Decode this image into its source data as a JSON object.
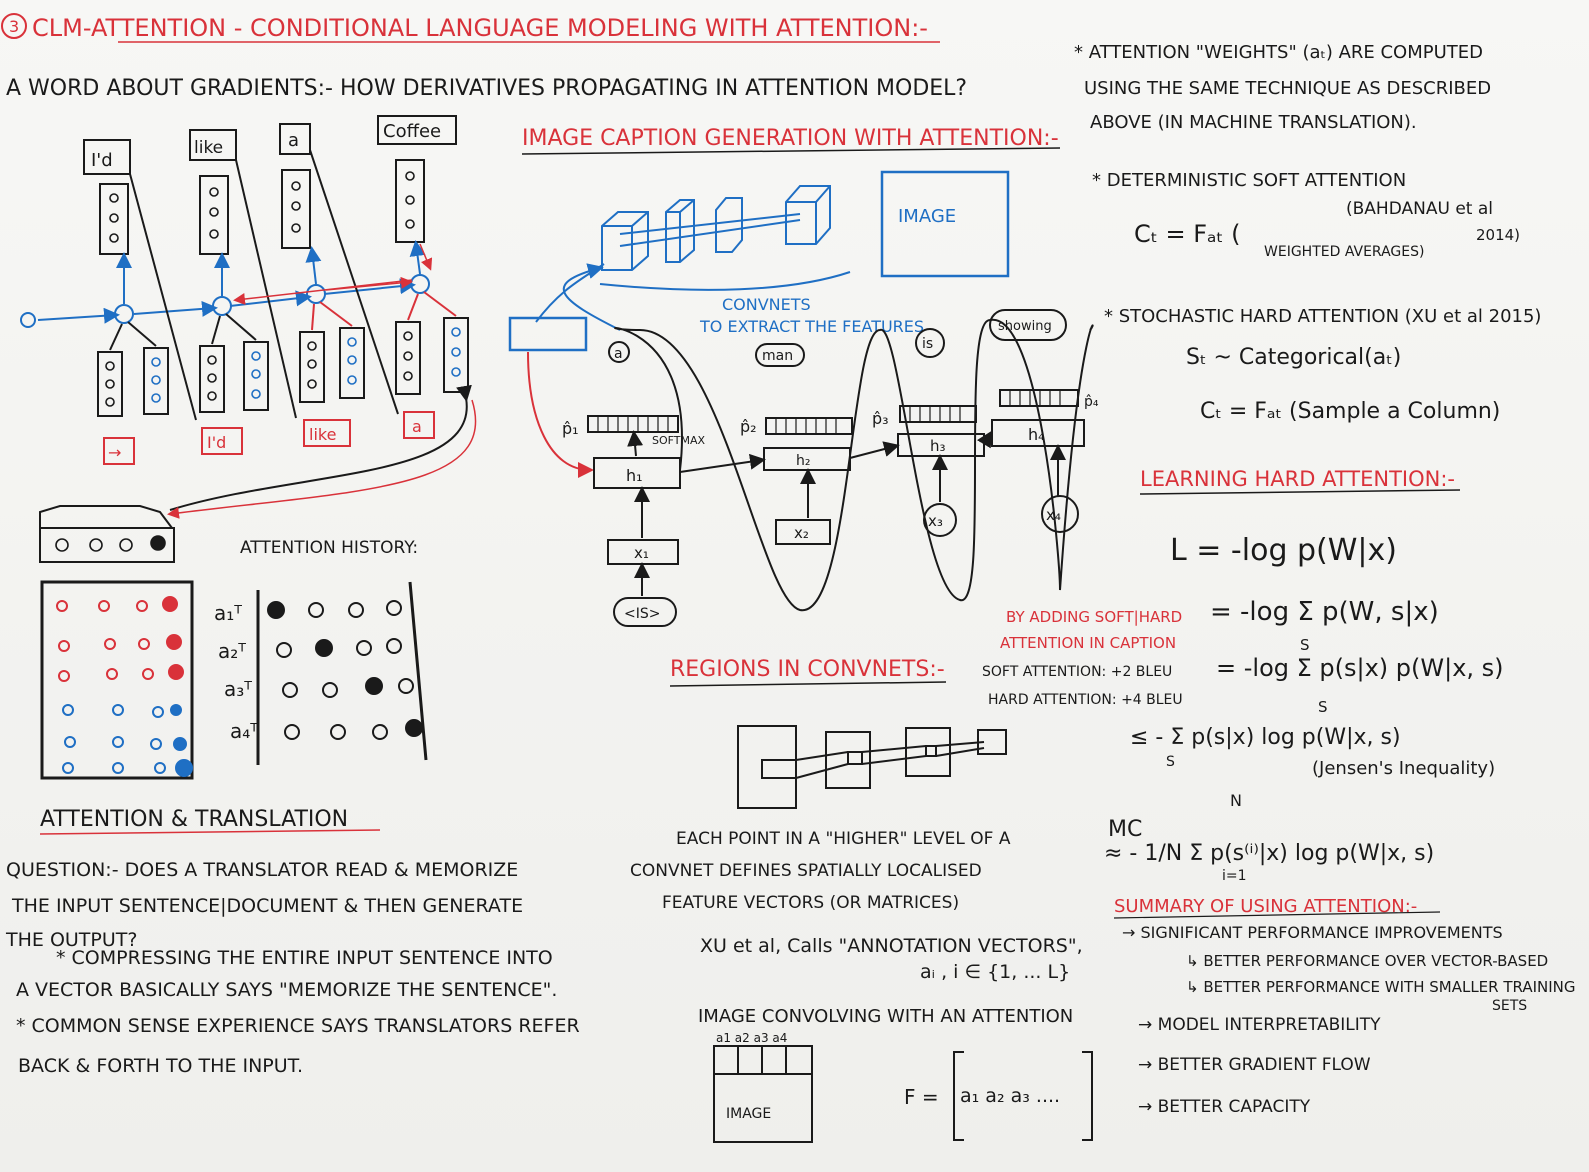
{
  "colors": {
    "ink": "#1a1a1a",
    "red": "#d9323a",
    "blue": "#1f6fc4"
  },
  "header": {
    "title_num": "3",
    "title": "CLM-ATTENTION - CONDITIONAL LANGUAGE MODELING WITH ATTENTION:-",
    "gradients": "A WORD ABOUT GRADIENTS:- HOW DERIVATIVES PROPAGATING IN ATTENTION MODEL?"
  },
  "translation_diagram": {
    "out_words": [
      "I'd",
      "like",
      "a",
      "Coffee"
    ],
    "in_words": [
      "→",
      "I'd",
      "like",
      "a"
    ],
    "initial_state": "o"
  },
  "attention_history": {
    "title": "ATTENTION HISTORY:",
    "row_labels": [
      "a₁ᵀ",
      "a₂ᵀ",
      "a₃ᵀ",
      "a₄ᵀ"
    ]
  },
  "attn_translation": {
    "title": "ATTENTION & TRANSLATION",
    "lines": [
      "QUESTION:- DOES A TRANSLATOR READ & MEMORIZE",
      "THE INPUT SENTENCE|DOCUMENT & THEN GENERATE",
      "THE OUTPUT?",
      "* COMPRESSING THE ENTIRE INPUT SENTENCE INTO",
      "A VECTOR BASICALLY SAYS \"MEMORIZE THE SENTENCE\".",
      "* COMMON SENSE EXPERIENCE SAYS TRANSLATORS REFER",
      "BACK & FORTH TO THE INPUT."
    ]
  },
  "caption": {
    "title": "IMAGE CAPTION GENERATION WITH ATTENTION:-",
    "image_label": "IMAGE",
    "convnet_label_1": "CONVNETS",
    "convnet_label_2": "TO EXTRACT THE FEATURES",
    "softmax": "SOFTMAX",
    "p_labels": [
      "p̂₁",
      "p̂₂",
      "p̂₃",
      "p̂₄"
    ],
    "h_labels": [
      "h₁",
      "h₂",
      "h₃",
      "h₄"
    ],
    "x_labels": [
      "x₁",
      "x₂",
      "x₃",
      "x₄"
    ],
    "out_words": [
      "a",
      "man",
      "is",
      "showing"
    ],
    "start_token": "<IS>"
  },
  "regions": {
    "title": "REGIONS IN CONVNETS:-",
    "lines": [
      "EACH POINT IN A \"HIGHER\" LEVEL OF A",
      "CONVNET DEFINES SPATIALLY LOCALISED",
      "FEATURE VECTORS (OR MATRICES)"
    ],
    "xu_line1": "XU et al, Calls \"ANNOTATION VECTORS\",",
    "xu_line2": "aᵢ , i ∈ {1, ... L}",
    "convolving": "IMAGE CONVOLVING WITH AN ATTENTION",
    "grid_labels": "a1 a2 a3 a4",
    "grid_image": "IMAGE",
    "f_lhs": "F =",
    "f_cols": "a₁  a₂  a₃ ...."
  },
  "bleu": {
    "line1": "BY ADDING SOFT|HARD",
    "line2": "ATTENTION IN CAPTION",
    "soft": "SOFT ATTENTION: +2 BLEU",
    "hard": "HARD ATTENTION: +4 BLEU"
  },
  "right": {
    "weights_1": "* ATTENTION \"WEIGHTS\" (aₜ) ARE COMPUTED",
    "weights_2": "USING THE SAME TECHNIQUE AS DESCRIBED",
    "weights_3": "ABOVE (IN MACHINE TRANSLATION).",
    "soft_title": "* DETERMINISTIC SOFT ATTENTION",
    "soft_eq": "Cₜ = Fₐₜ (",
    "soft_weighted": "WEIGHTED AVERAGES)",
    "bahdanau_1": "(BAHDANAU et al",
    "bahdanau_2": "2014)",
    "hard_title": "* STOCHASTIC HARD ATTENTION (XU et al 2015)",
    "hard_eq1": "Sₜ ~ Categorical(aₜ)",
    "hard_eq2": "Cₜ = Fₐₜ (Sample a Column)",
    "learning_title": "LEARNING HARD ATTENTION:-",
    "loss_1": "L = -log p(W|x)",
    "loss_2": "= -log Σ p(W, s|x)",
    "loss_2_sub": "S",
    "loss_3": "= -log Σ p(s|x) p(W|x, s)",
    "loss_3_sub": "S",
    "loss_4": "≤ - Σ p(s|x) log p(W|x, s)",
    "loss_4_sub": "S",
    "jensen": "(Jensen's Inequality)",
    "mc": "MC",
    "mc_eq": "≈ - 1/N Σ p(s⁽ⁱ⁾|x) log p(W|x, s)",
    "mc_N": "N",
    "mc_i": "i=1",
    "summary_title": "SUMMARY OF USING ATTENTION:-",
    "summary": [
      "→ SIGNIFICANT PERFORMANCE IMPROVEMENTS",
      "↳ BETTER PERFORMANCE OVER VECTOR-BASED",
      "↳ BETTER PERFORMANCE WITH SMALLER TRAINING",
      "SETS",
      "→ MODEL INTERPRETABILITY",
      "→ BETTER GRADIENT FLOW",
      "→ BETTER CAPACITY"
    ]
  }
}
